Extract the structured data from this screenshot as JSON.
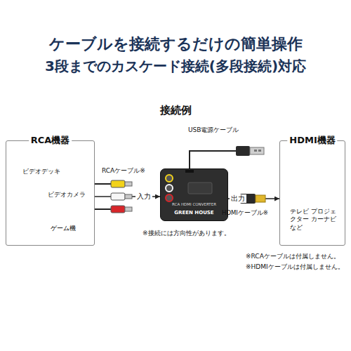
{
  "diagram": {
    "title": "ケーブルを接続するだけの簡単操作",
    "nodes": [
      {
        "text": [
          "RCA機器"
        ]
      },
      {
        "text": [
          "RCA HDMI CONVERTER",
          "GREEN HOUSE"
        ]
      },
      {
        "text": [
          "HDMI機器",
          "テレビ プロジェクター カーナビなど"
        ]
      }
    ],
    "edges": [
      {
        "from": 0,
        "to": 1,
        "arrow": "to",
        "label": "入力"
      },
      {
        "from": 1,
        "to": 2,
        "arrow": "to",
        "label": "出力"
      }
    ],
    "labels": [
      "3段までのカスケード接続(多段接続)対応",
      "接続例",
      "USB電源ケーブル",
      "RCAケーブル※",
      "ビデオデッキ",
      "ビデオカメラ",
      "ゲーム機",
      "HDMIケーブル※",
      "※接続には方向性があります。",
      "※RCAケーブルは付属しません。",
      "※HDMIケーブルは付属しません。"
    ]
  }
}
